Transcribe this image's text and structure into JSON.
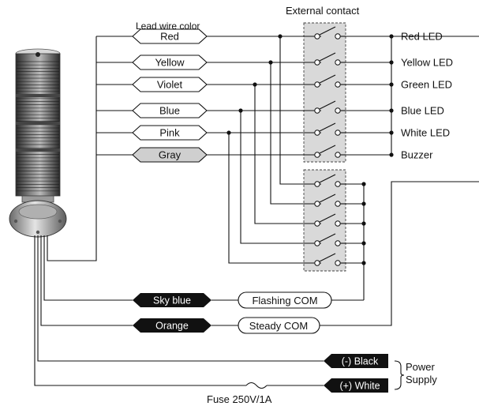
{
  "labels": {
    "external_contact": "External contact",
    "lead_wire_color": "Lead wire color",
    "fuse": "Fuse 250V/1A",
    "power_supply_line1": "Power",
    "power_supply_line2": "Supply"
  },
  "lead_wires": [
    {
      "label": "Red",
      "fill": "#ffffff"
    },
    {
      "label": "Yellow",
      "fill": "#ffffff"
    },
    {
      "label": "Violet",
      "fill": "#ffffff"
    },
    {
      "label": "Blue",
      "fill": "#ffffff"
    },
    {
      "label": "Pink",
      "fill": "#ffffff"
    },
    {
      "label": "Gray",
      "fill": "#cfcfcf"
    }
  ],
  "outputs": [
    "Red LED",
    "Yellow LED",
    "Green LED",
    "Blue LED",
    "White LED",
    "Buzzer"
  ],
  "common": {
    "sky_blue": "Sky blue",
    "flashing_com": "Flashing COM",
    "orange": "Orange",
    "steady_com": "Steady COM"
  },
  "power": {
    "black": "(-) Black",
    "white": "(+) White"
  },
  "colors": {
    "line": "#111111",
    "contact_box": "#d9d9d9",
    "gray_tag": "#cfcfcf",
    "black_tag": "#111111"
  }
}
